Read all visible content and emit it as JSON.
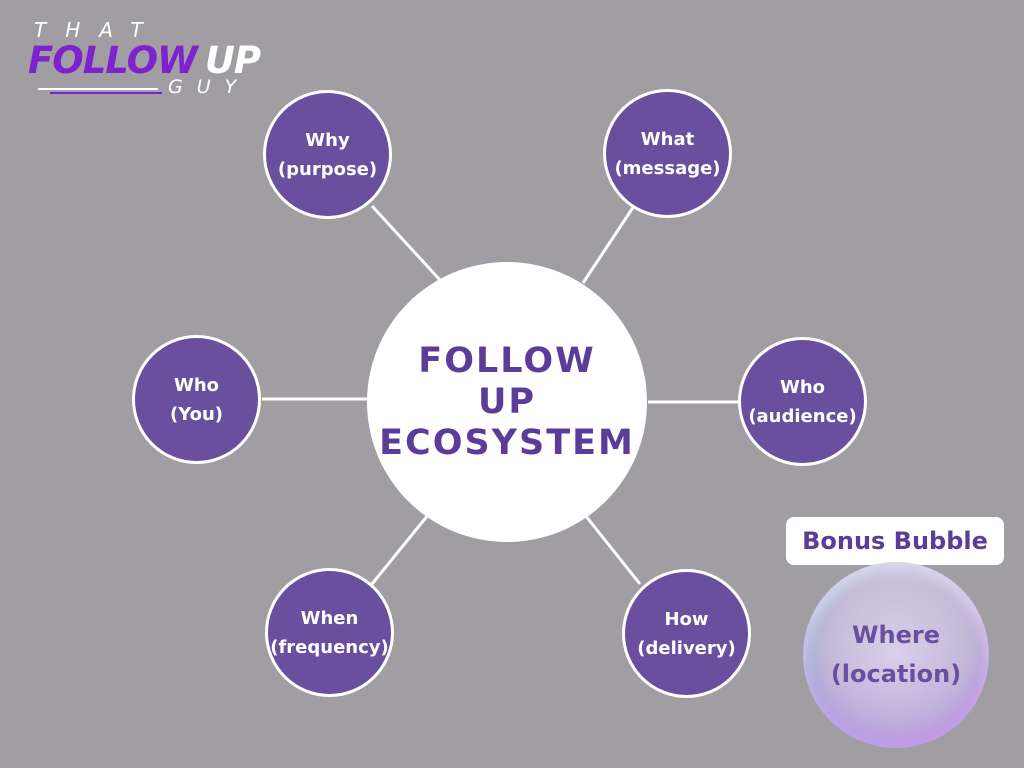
{
  "logo": {
    "top_word": "THAT",
    "main_word_1": "FOLLOW",
    "main_word_2": "UP",
    "bottom_word": "GUY"
  },
  "center": {
    "line1": "FOLLOW",
    "line2": "UP",
    "line3": "ECOSYSTEM"
  },
  "nodes": [
    {
      "id": "why",
      "line1": "Why",
      "line2": "(purpose)"
    },
    {
      "id": "what",
      "line1": "What",
      "line2": "(message)"
    },
    {
      "id": "who-you",
      "line1": "Who",
      "line2": "(You)"
    },
    {
      "id": "who-audience",
      "line1": "Who",
      "line2": "(audience)"
    },
    {
      "id": "when",
      "line1": "When",
      "line2": "(frequency)"
    },
    {
      "id": "how",
      "line1": "How",
      "line2": "(delivery)"
    }
  ],
  "bonus": {
    "label": "Bonus Bubble",
    "line1": "Where",
    "line2": "(location)"
  },
  "colors": {
    "background": "#a19ea3",
    "node_fill": "#6b4f9f",
    "center_text": "#5b3c98",
    "logo_accent": "#7e22ce"
  }
}
